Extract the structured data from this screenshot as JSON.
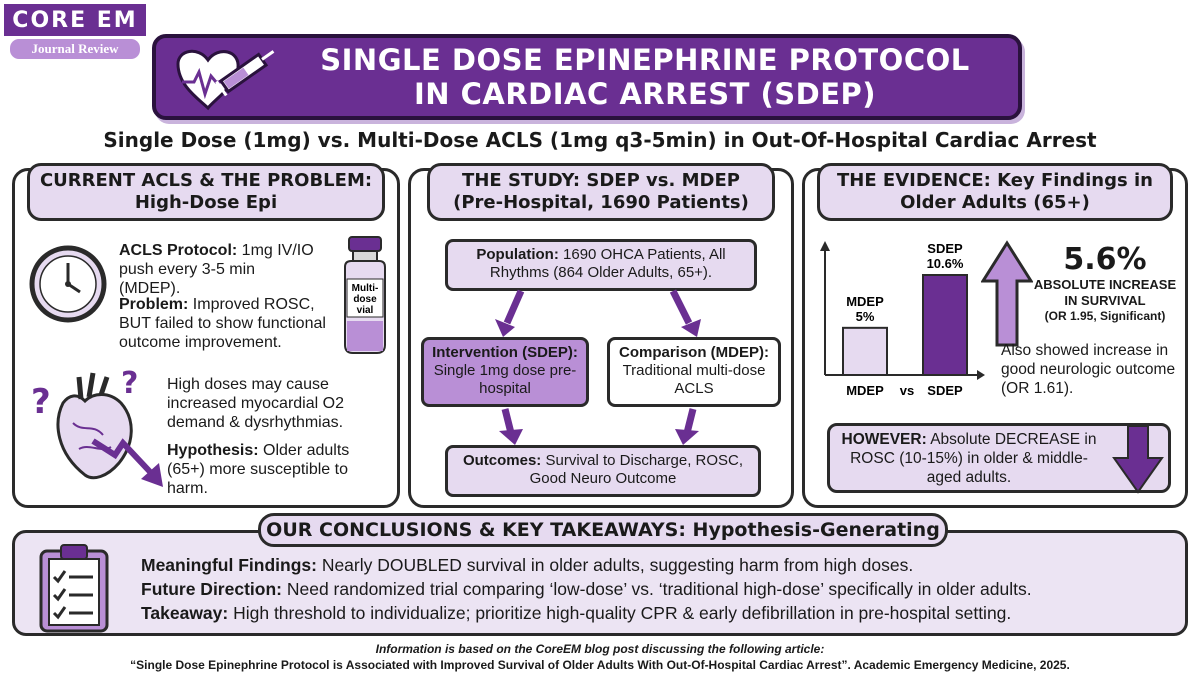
{
  "brand": {
    "name": "CORE EM",
    "tagline": "Journal Review"
  },
  "title": {
    "line1": "SINGLE DOSE EPINEPHRINE PROTOCOL",
    "line2": "IN CARDIAC ARREST (SDEP)"
  },
  "subtitle": "Single Dose (1mg) vs. Multi-Dose ACLS (1mg q3-5min) in Out-Of-Hospital Cardiac Arrest",
  "panel1": {
    "heading1": "CURRENT ACLS & THE PROBLEM:",
    "heading2": "High-Dose Epi",
    "acls_label": "ACLS Protocol:",
    "acls_text": " 1mg IV/IO push every 3-5 min (MDEP).",
    "problem_label": "Problem:",
    "problem_text": " Improved ROSC, BUT failed to show functional outcome improvement.",
    "vial_line1": "Multi-",
    "vial_line2": "dose",
    "vial_line3": "vial",
    "high_dose_text": "High doses may cause increased myocardial O2 demand & dysrhythmias.",
    "hypothesis_label": "Hypothesis:",
    "hypothesis_text": " Older adults (65+) more susceptible to harm."
  },
  "panel2": {
    "heading1": "THE STUDY: SDEP vs. MDEP",
    "heading2": "(Pre-Hospital, 1690 Patients)",
    "population_label": "Population:",
    "population_text": " 1690 OHCA Patients, All Rhythms (864 Older Adults, 65+).",
    "intervention_label": "Intervention (SDEP):",
    "intervention_text": "Single 1mg dose pre-hospital",
    "comparison_label": "Comparison (MDEP):",
    "comparison_text": "Traditional multi-dose ACLS",
    "outcomes_label": "Outcomes:",
    "outcomes_text": " Survival to Discharge, ROSC, Good Neuro Outcome"
  },
  "panel3": {
    "heading1": "THE EVIDENCE: Key Findings in",
    "heading2": "Older Adults (65+)",
    "stat_value": "5.6%",
    "stat_line1": "ABSOLUTE INCREASE",
    "stat_line2": "IN SURVIVAL",
    "stat_note": "(OR 1.95, Significant)",
    "neuro_text": "Also showed increase in good neurologic outcome (OR 1.61).",
    "however_label": "HOWEVER:",
    "however_text": " Absolute DECREASE in ROSC (10-15%) in older & middle-aged adults.",
    "vs_label": "vs"
  },
  "chart_data": {
    "type": "bar",
    "categories": [
      "MDEP",
      "SDEP"
    ],
    "values": [
      5,
      10.6
    ],
    "value_labels": [
      "5%",
      "10.6%"
    ],
    "colors": [
      "#e6daf0",
      "#6a2f92"
    ]
  },
  "conclusions": {
    "heading": "OUR CONCLUSIONS & KEY TAKEAWAYS: Hypothesis-Generating",
    "line1_label": "Meaningful Findings:",
    "line1_text": " Nearly DOUBLED survival in older adults, suggesting harm from high doses.",
    "line2_label": "Future Direction:",
    "line2_text": " Need randomized trial comparing ‘low-dose’ vs. ‘traditional high-dose’ specifically in older adults.",
    "line3_label": "Takeaway:",
    "line3_text": " High threshold to individualize; prioritize high-quality CPR & early defibrillation in pre-hospital setting."
  },
  "footer": {
    "line1": "Information is based on the CoreEM blog post discussing the following article:",
    "line2": "“Single Dose Epinephrine Protocol is Associated with Improved Survival of Older Adults With Out-Of-Hospital Cardiac Arrest”. Academic Emergency Medicine, 2025."
  },
  "colors": {
    "purple": "#6a2f92",
    "lavender": "#e6daf0",
    "mid_purple": "#b98fd6",
    "outline": "#2a2a2a"
  },
  "icons": [
    "heart-syringe-icon",
    "clock-icon",
    "vial-icon",
    "anatomical-heart-icon",
    "question-mark-icon",
    "down-arrow-icon",
    "up-arrow-icon",
    "clipboard-checklist-icon"
  ]
}
